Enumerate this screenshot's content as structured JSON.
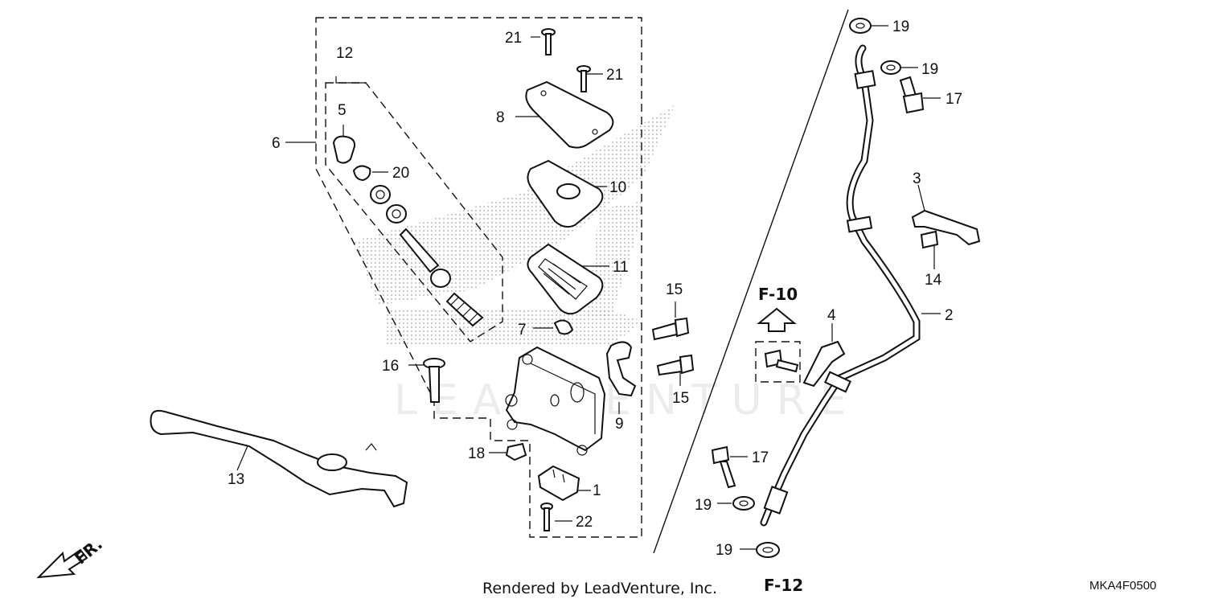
{
  "diagram": {
    "callouts": {
      "c1": "1",
      "c2": "2",
      "c3": "3",
      "c4": "4",
      "c5": "5",
      "c6": "6",
      "c7": "7",
      "c8": "8",
      "c9": "9",
      "c10": "10",
      "c11": "11",
      "c12": "12",
      "c13": "13",
      "c14": "14",
      "c15a": "15",
      "c15b": "15",
      "c16": "16",
      "c17a": "17",
      "c17b": "17",
      "c18": "18",
      "c19a": "19",
      "c19b": "19",
      "c19c": "19",
      "c19d": "19",
      "c20": "20",
      "c21a": "21",
      "c21b": "21",
      "c22": "22"
    },
    "refs": {
      "f10": "F-10",
      "f12": "F-12"
    },
    "front_arrow_label": "FR.",
    "watermark": "LEADVENTURE",
    "footer": {
      "rendered_by": "Rendered by LeadVenture, Inc.",
      "code": "MKA4F0500"
    }
  }
}
